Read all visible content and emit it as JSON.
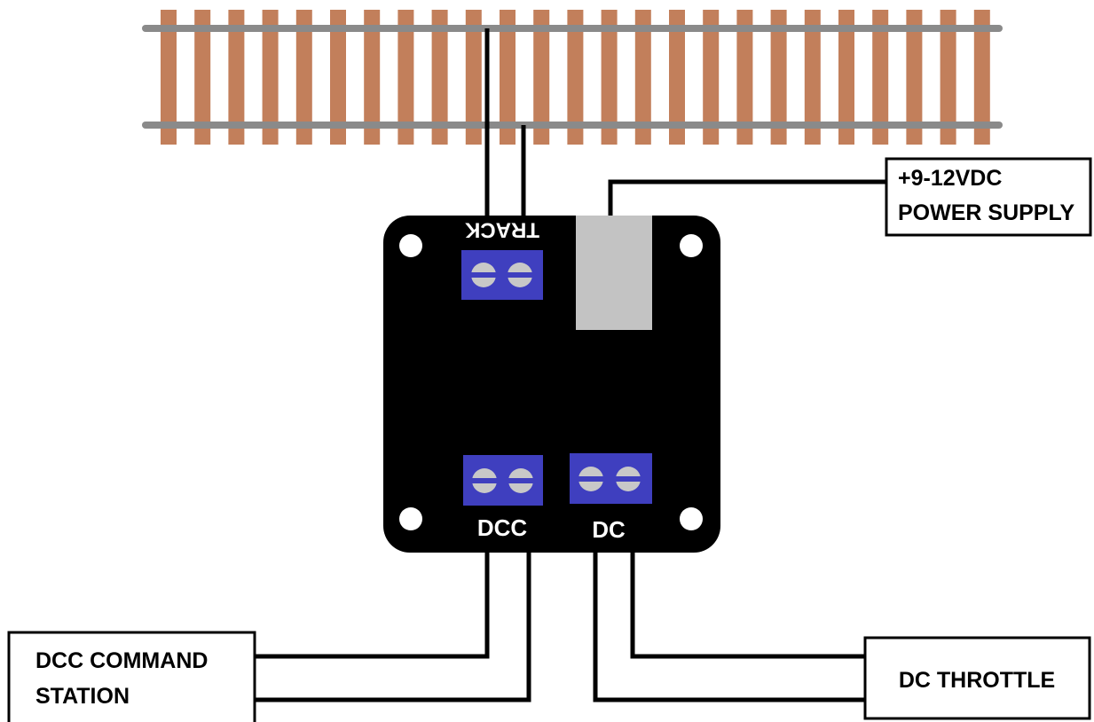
{
  "labels": {
    "track": "TRACK",
    "dcc": "DCC",
    "dc": "DC"
  },
  "power_supply": {
    "line1": "+9-12VDC",
    "line2": "POWER SUPPLY"
  },
  "command_station": {
    "line1": "DCC COMMAND",
    "line2": "STATION"
  },
  "throttle": {
    "label": "DC THROTTLE"
  },
  "colors": {
    "rail": "#8a8a8a",
    "tie": "#c27f5b",
    "board": "#000000",
    "terminal_block": "#3f3fbf",
    "screw": "#c8c8c8",
    "relay": "#c3c3c3",
    "wire": "#000000"
  }
}
